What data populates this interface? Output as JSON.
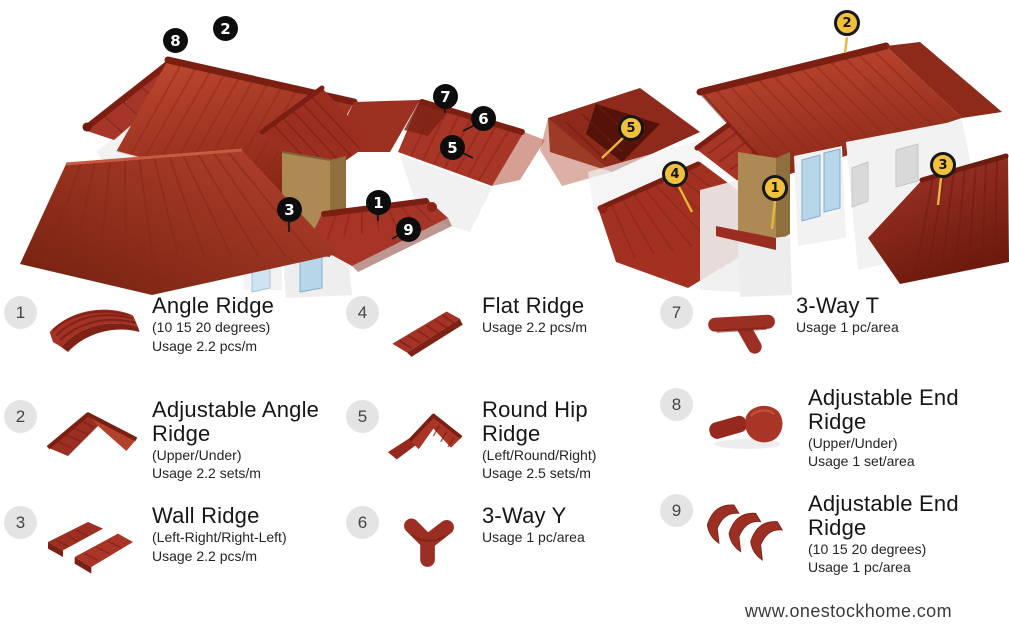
{
  "diagram": {
    "left_house_markers": [
      {
        "label": "8"
      },
      {
        "label": "2"
      },
      {
        "label": "7"
      },
      {
        "label": "6"
      },
      {
        "label": "5"
      },
      {
        "label": "3"
      },
      {
        "label": "1"
      },
      {
        "label": "9"
      }
    ],
    "right_house_markers": [
      {
        "label": "2"
      },
      {
        "label": "5"
      },
      {
        "label": "4"
      },
      {
        "label": "1"
      },
      {
        "label": "3"
      }
    ]
  },
  "legend": {
    "items": [
      {
        "number": "1",
        "title": "Angle Ridge",
        "spec": "(10 15 20 degrees)",
        "usage": "Usage 2.2 pcs/m"
      },
      {
        "number": "2",
        "title": "Adjustable Angle Ridge",
        "spec": "(Upper/Under)",
        "usage": "Usage 2.2 sets/m"
      },
      {
        "number": "3",
        "title": "Wall Ridge",
        "spec": "(Left-Right/Right-Left)",
        "usage": "Usage 2.2 pcs/m"
      },
      {
        "number": "4",
        "title": "Flat Ridge",
        "spec": "",
        "usage": "Usage 2.2 pcs/m"
      },
      {
        "number": "5",
        "title": "Round Hip Ridge",
        "spec": "(Left/Round/Right)",
        "usage": "Usage 2.5 sets/m"
      },
      {
        "number": "6",
        "title": "3-Way Y",
        "spec": "",
        "usage": "Usage 1 pc/area"
      },
      {
        "number": "7",
        "title": "3-Way T",
        "spec": "",
        "usage": "Usage 1 pc/area"
      },
      {
        "number": "8",
        "title": "Adjustable End Ridge",
        "spec": "(Upper/Under)",
        "usage": "Usage 1 set/area"
      },
      {
        "number": "9",
        "title": "Adjustable End Ridge",
        "spec": "(10 15 20 degrees)",
        "usage": "Usage 1 pc/area"
      }
    ]
  },
  "footer": {
    "website": "www.onestockhome.com"
  },
  "colors": {
    "roof_red": "#a93327",
    "roof_dark_edge": "#7a1f12",
    "roof_shadow": "#6e1a0e",
    "marker_black": "#0d0d0d",
    "marker_yellow": "#f1c13d",
    "badge_gray": "#e4e4e4",
    "wall_white": "#f2f2f2",
    "tower_brown": "#ad8953",
    "window_blue": "#b7d6e9"
  }
}
